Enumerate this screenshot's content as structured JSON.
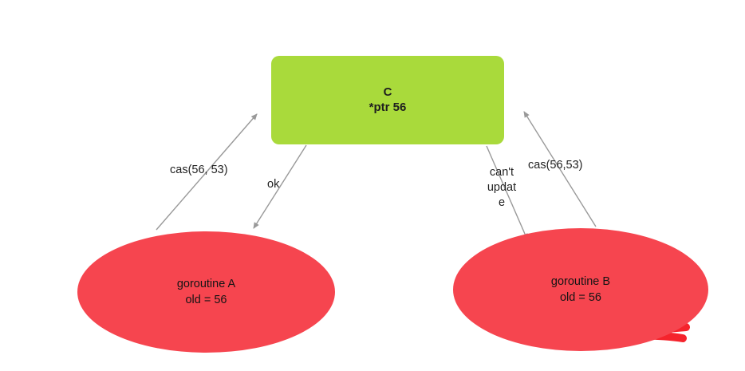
{
  "diagram": {
    "node_c": {
      "title": "C",
      "subtitle": "*ptr 56",
      "color": "#a9da3b"
    },
    "goroutine_a": {
      "name": "goroutine A",
      "old_value": "old = 56",
      "color": "#f6454f"
    },
    "goroutine_b": {
      "name": "goroutine B",
      "old_value": "old = 56",
      "color": "#f6454f"
    },
    "edges": {
      "cas_a_label": "cas(56, 53)",
      "ok_label": "ok",
      "cant_update_label": "can't update",
      "cas_b_label": "cas(56,53)"
    },
    "arrow_color": "#999999",
    "scribble_color": "#f5232c"
  }
}
